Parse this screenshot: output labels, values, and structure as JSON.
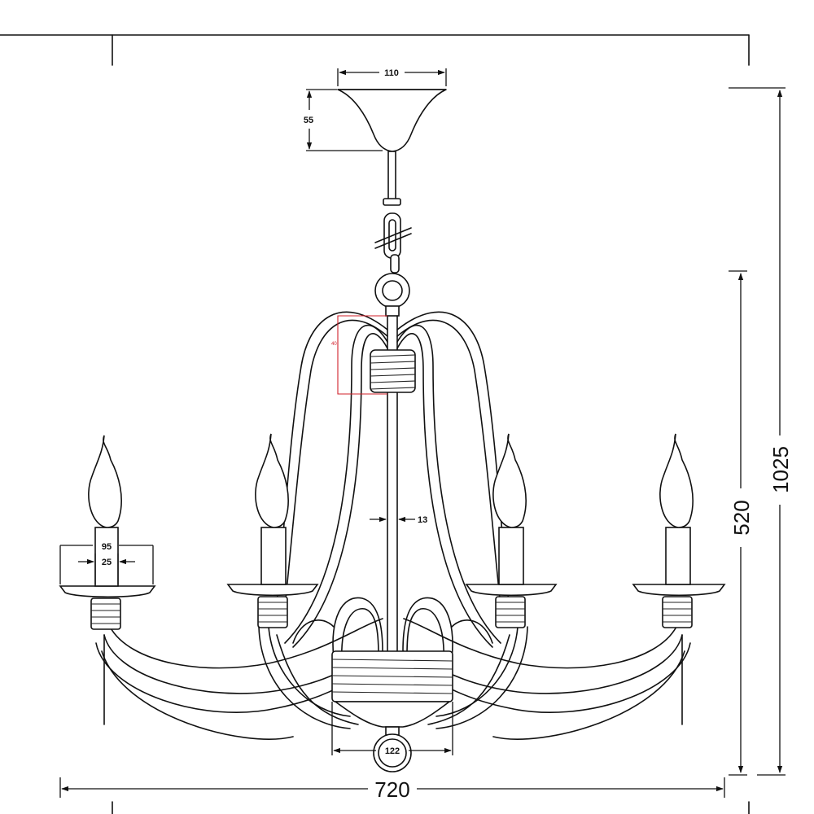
{
  "dimensions": {
    "canopy_width": "110",
    "canopy_height": "55",
    "rod_diameter": "13",
    "cup_width": "95",
    "candle_width": "25",
    "base_width": "122",
    "total_width": "720",
    "body_height": "520",
    "total_height": "1025",
    "red_mark": "40"
  }
}
